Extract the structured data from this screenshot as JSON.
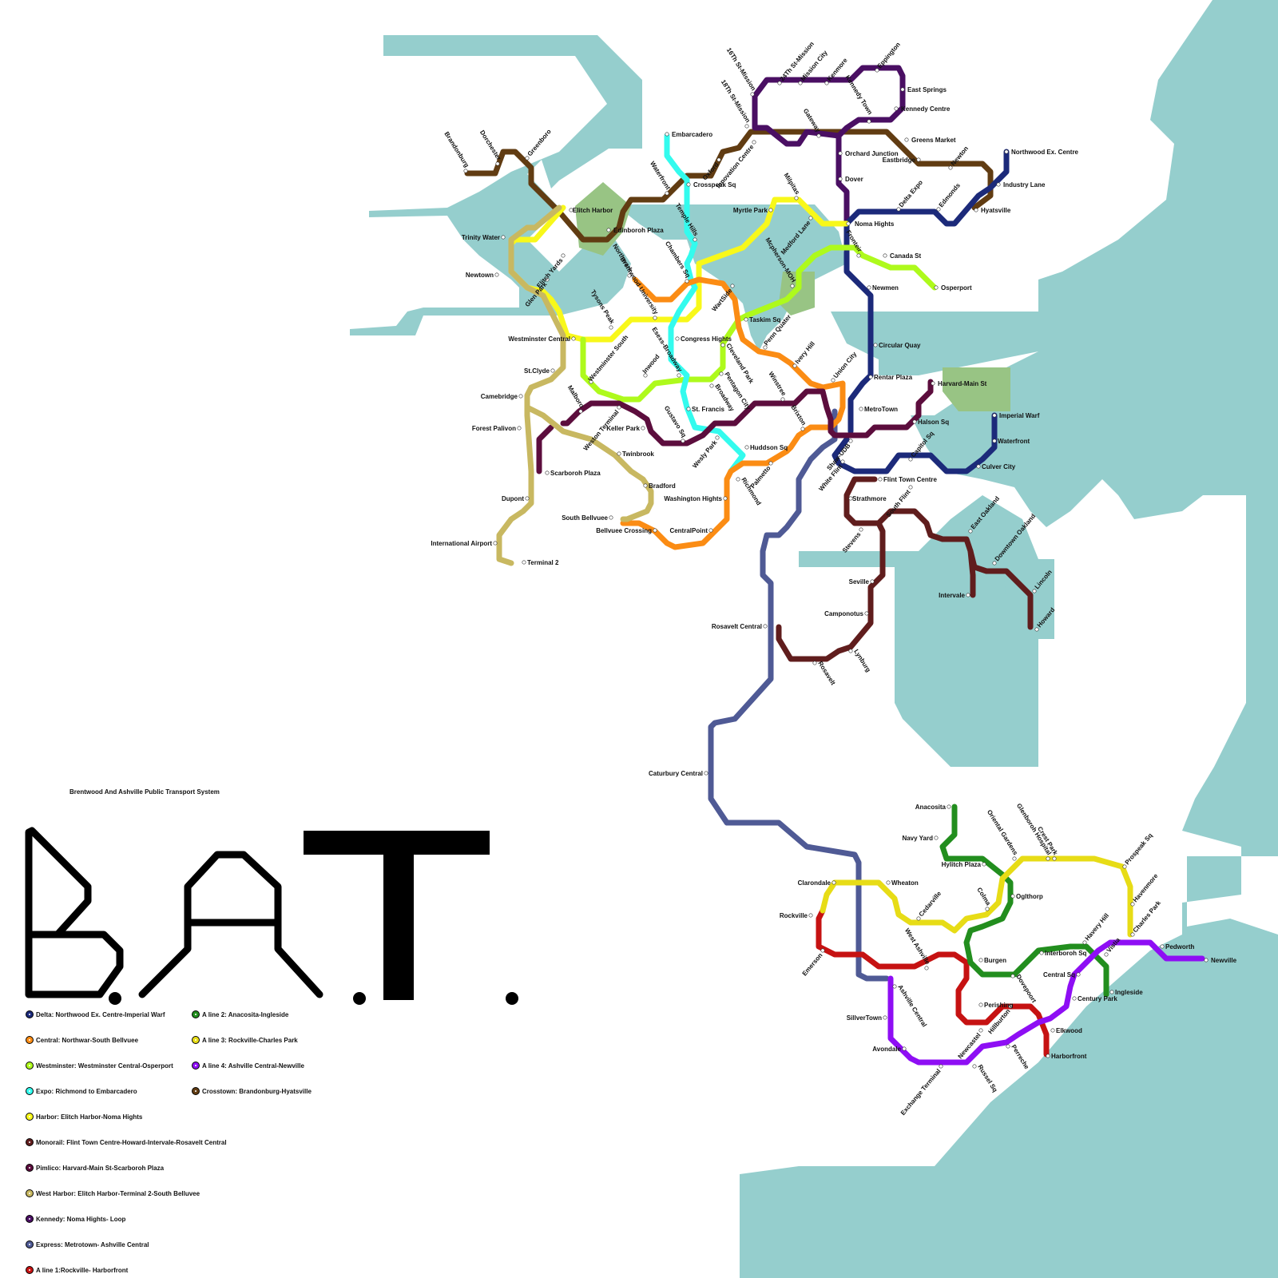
{
  "colors": {
    "water": "#95cecd",
    "park": "#98c484",
    "delta": "#1c2a7a",
    "central": "#fb8c14",
    "westminster": "#aefa1c",
    "expo": "#33fbee",
    "harbor": "#f8f81a",
    "monorail": "#601d1d",
    "pimlico": "#5c0d3d",
    "west_harbor": "#c8b861",
    "kennedy": "#4a0f63",
    "express": "#4f5a95",
    "a1": "#c61212",
    "a2": "#228e1e",
    "a3": "#e7dc16",
    "a4": "#8e0ef4",
    "crosstown": "#613c12"
  },
  "title": "Brentwood And Ashville Public Transport System",
  "logo_text": "B.A.T.",
  "legend": [
    {
      "label": "Delta: Northwood Ex. Centre-Imperial Warf",
      "color": "#1c2a7a"
    },
    {
      "label": "Central: Northwar-South Bellvuee",
      "color": "#fb8c14"
    },
    {
      "label": "Westminster:  Westminster Central-Osperport",
      "color": "#aefa1c"
    },
    {
      "label": "Expo: Richmond to Embarcadero",
      "color": "#33fbee"
    },
    {
      "label": "Harbor: Elitch Harbor-Noma Hights",
      "color": "#f8f81a"
    },
    {
      "label": "Monorail: Flint Town Centre-Howard-Intervale-Rosavelt Central",
      "color": "#601d1d"
    },
    {
      "label": "Pimlico: Harvard-Main St-Scarboroh Plaza",
      "color": "#5c0d3d"
    },
    {
      "label": "West Harbor: Elitch Harbor-Terminal 2-South Belluvee",
      "color": "#c8b861"
    },
    {
      "label": "Kennedy: Noma Hights- Loop",
      "color": "#4a0f63"
    },
    {
      "label": "Express: Metrotown- Ashville Central",
      "color": "#4f5a95"
    },
    {
      "label": "A line 1:Rockville- Harborfront",
      "color": "#c61212"
    },
    {
      "label": "A line 2: Anacosita-Ingleside",
      "color": "#228e1e"
    },
    {
      "label": "A line 3: Rockville-Charles Park",
      "color": "#e7dc16"
    },
    {
      "label": "A line 4: Ashville Central-Newville",
      "color": "#8e0ef4"
    },
    {
      "label": "Crosstown: Brandonburg-Hyatsville",
      "color": "#613c12"
    }
  ],
  "stations": [
    "16Th St-Mission",
    "24Th St-Mission",
    "Mission City",
    "Kenmore",
    "Eppington",
    "East Springs",
    "Kennedy Town",
    "Kennedy Centre",
    "18Th St-Mission",
    "Gateway",
    "Innovation Centre",
    "Oxford",
    "Embarcadero",
    "Orchard Junction",
    "Greens Market",
    "Eastbridge",
    "Newton",
    "Northwood Ex. Centre",
    "Industry Lane",
    "Dover",
    "Hyatsville",
    "Edmonds",
    "Delta Expo",
    "Noma Hights",
    "Milpitas",
    "Myrtle Park",
    "Medford Lane",
    "Crosspeak Sq",
    "Waterfront",
    "Temple Hills",
    "Elitch Harbor",
    "Edinboroh Plaza",
    "Greenboro",
    "Dorchester",
    "Brandonburg",
    "Trinity Water",
    "Elitch Yards",
    "Glen Park",
    "Newtown",
    "Canada St",
    "Osperport",
    "Fronteir",
    "Newmen",
    "Northwark",
    "Brentwood University",
    "Chambers Sq",
    "WartSide",
    "Mcpherson-MOH",
    "Tysons Peak",
    "Westminster Central",
    "Congress Hights",
    "Taskim Sq",
    "Penn Quater",
    "Circular Quay",
    "Esexs-Broadway",
    "Westminster South",
    "Inwood",
    "Cleveland Park",
    "Ivery Hill",
    "St.Clyde",
    "Union City",
    "Harvard-Main St",
    "Rentar Plaza",
    "Pentagon City",
    "Broadway",
    "Winstree",
    "Camebridge",
    "Malboro",
    "MetroTown",
    "St. Francis",
    "Weston Terminal",
    "Keller Park",
    "Forest Palivon",
    "Imperial Warf",
    "Halson Sq",
    "Brixton",
    "Gustavo Sq",
    "Shaw-UDB",
    "Waterfront",
    "Twinbrook",
    "Huddson Sq",
    "Wesly Park",
    "Capitol Sq",
    "White Flint",
    "Culver City",
    "Scarboroh Plaza",
    "Palmetto",
    "Flint Town Centre",
    "Bradford",
    "Richmond",
    "Dupont",
    "Washington Hights",
    "South Flint",
    "Strathmore",
    "East Oakland",
    "South Bellvuee",
    "Bellvuee Crossing",
    "CentralPoint",
    "Stevens",
    "Downtown Oakland",
    "International Airport",
    "Terminal 2",
    "Seville",
    "Lincoln",
    "Intervale",
    "Camponotus",
    "Howard",
    "Rosavelt Central",
    "Lynburg",
    "Rosavelt",
    "Caturbury Central",
    "Anacosita",
    "Glenboroh Hospital",
    "Navy Yard",
    "Oriental Gardens",
    "Crest Park",
    "Hylitch Plaza",
    "Prospeak Sq",
    "Clarondale",
    "Wheaton",
    "Colma",
    "Oglthorp",
    "Havenmore",
    "Cedarville",
    "Rockville",
    "Charles Park",
    "Havery Hill",
    "West Ashville",
    "Interboroh Sq",
    "Pedworth",
    "Emerson",
    "Burgen",
    "Vistia",
    "Newville",
    "Central Sq",
    "Ashville Central",
    "Dovepoort",
    "Ingleside",
    "Century Park",
    "Perishing",
    "SillverTown",
    "Hillburton",
    "Elkwood",
    "Newcastel",
    "Avondale",
    "Perreche",
    "Harborfront",
    "Russel Sq",
    "Exchange Terminal"
  ]
}
